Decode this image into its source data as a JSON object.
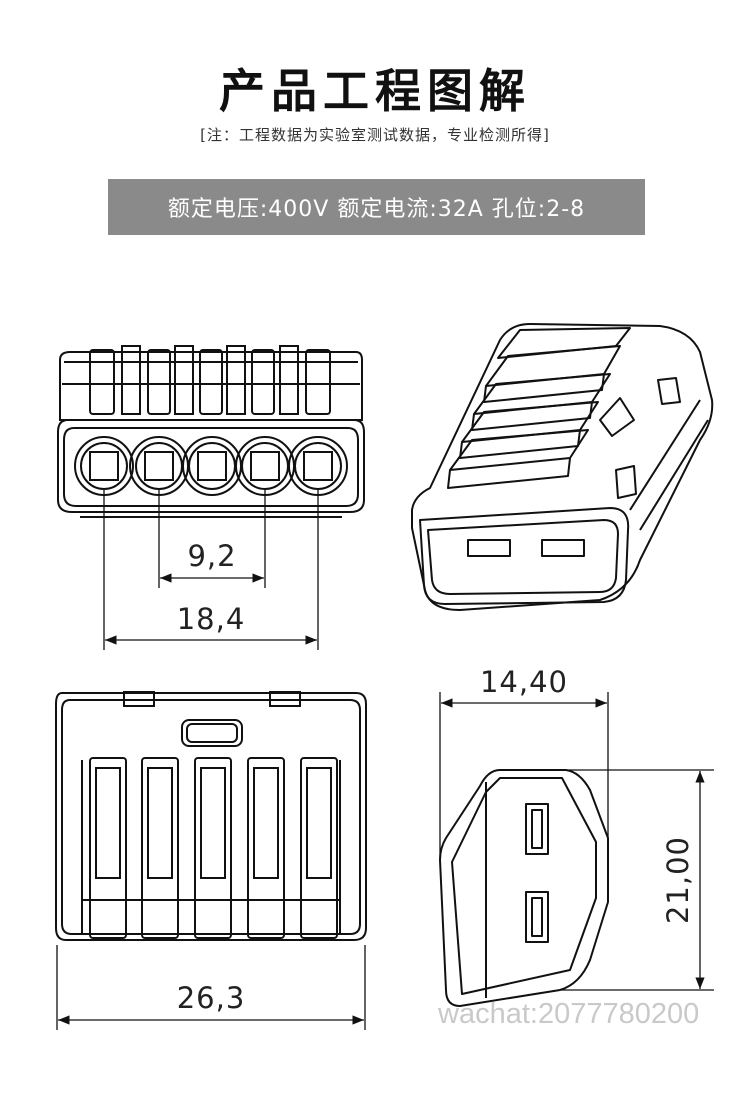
{
  "header": {
    "title": "产品工程图解",
    "note": "[注：工程数据为实验室测试数据，专业检测所得]"
  },
  "specs": {
    "voltage": "额定电压:400V",
    "current": "额定电流:32A",
    "holes": "孔位:2-8"
  },
  "dimensions": {
    "hole_pitch": "9,2",
    "double_pitch": "18,4",
    "depth": "14,40",
    "height": "21,00",
    "width": "26,3"
  },
  "watermark": "wachat:2077780200",
  "colors": {
    "banner": "#8a8a8a",
    "line": "#111111",
    "watermark": "#c9c9c9"
  }
}
